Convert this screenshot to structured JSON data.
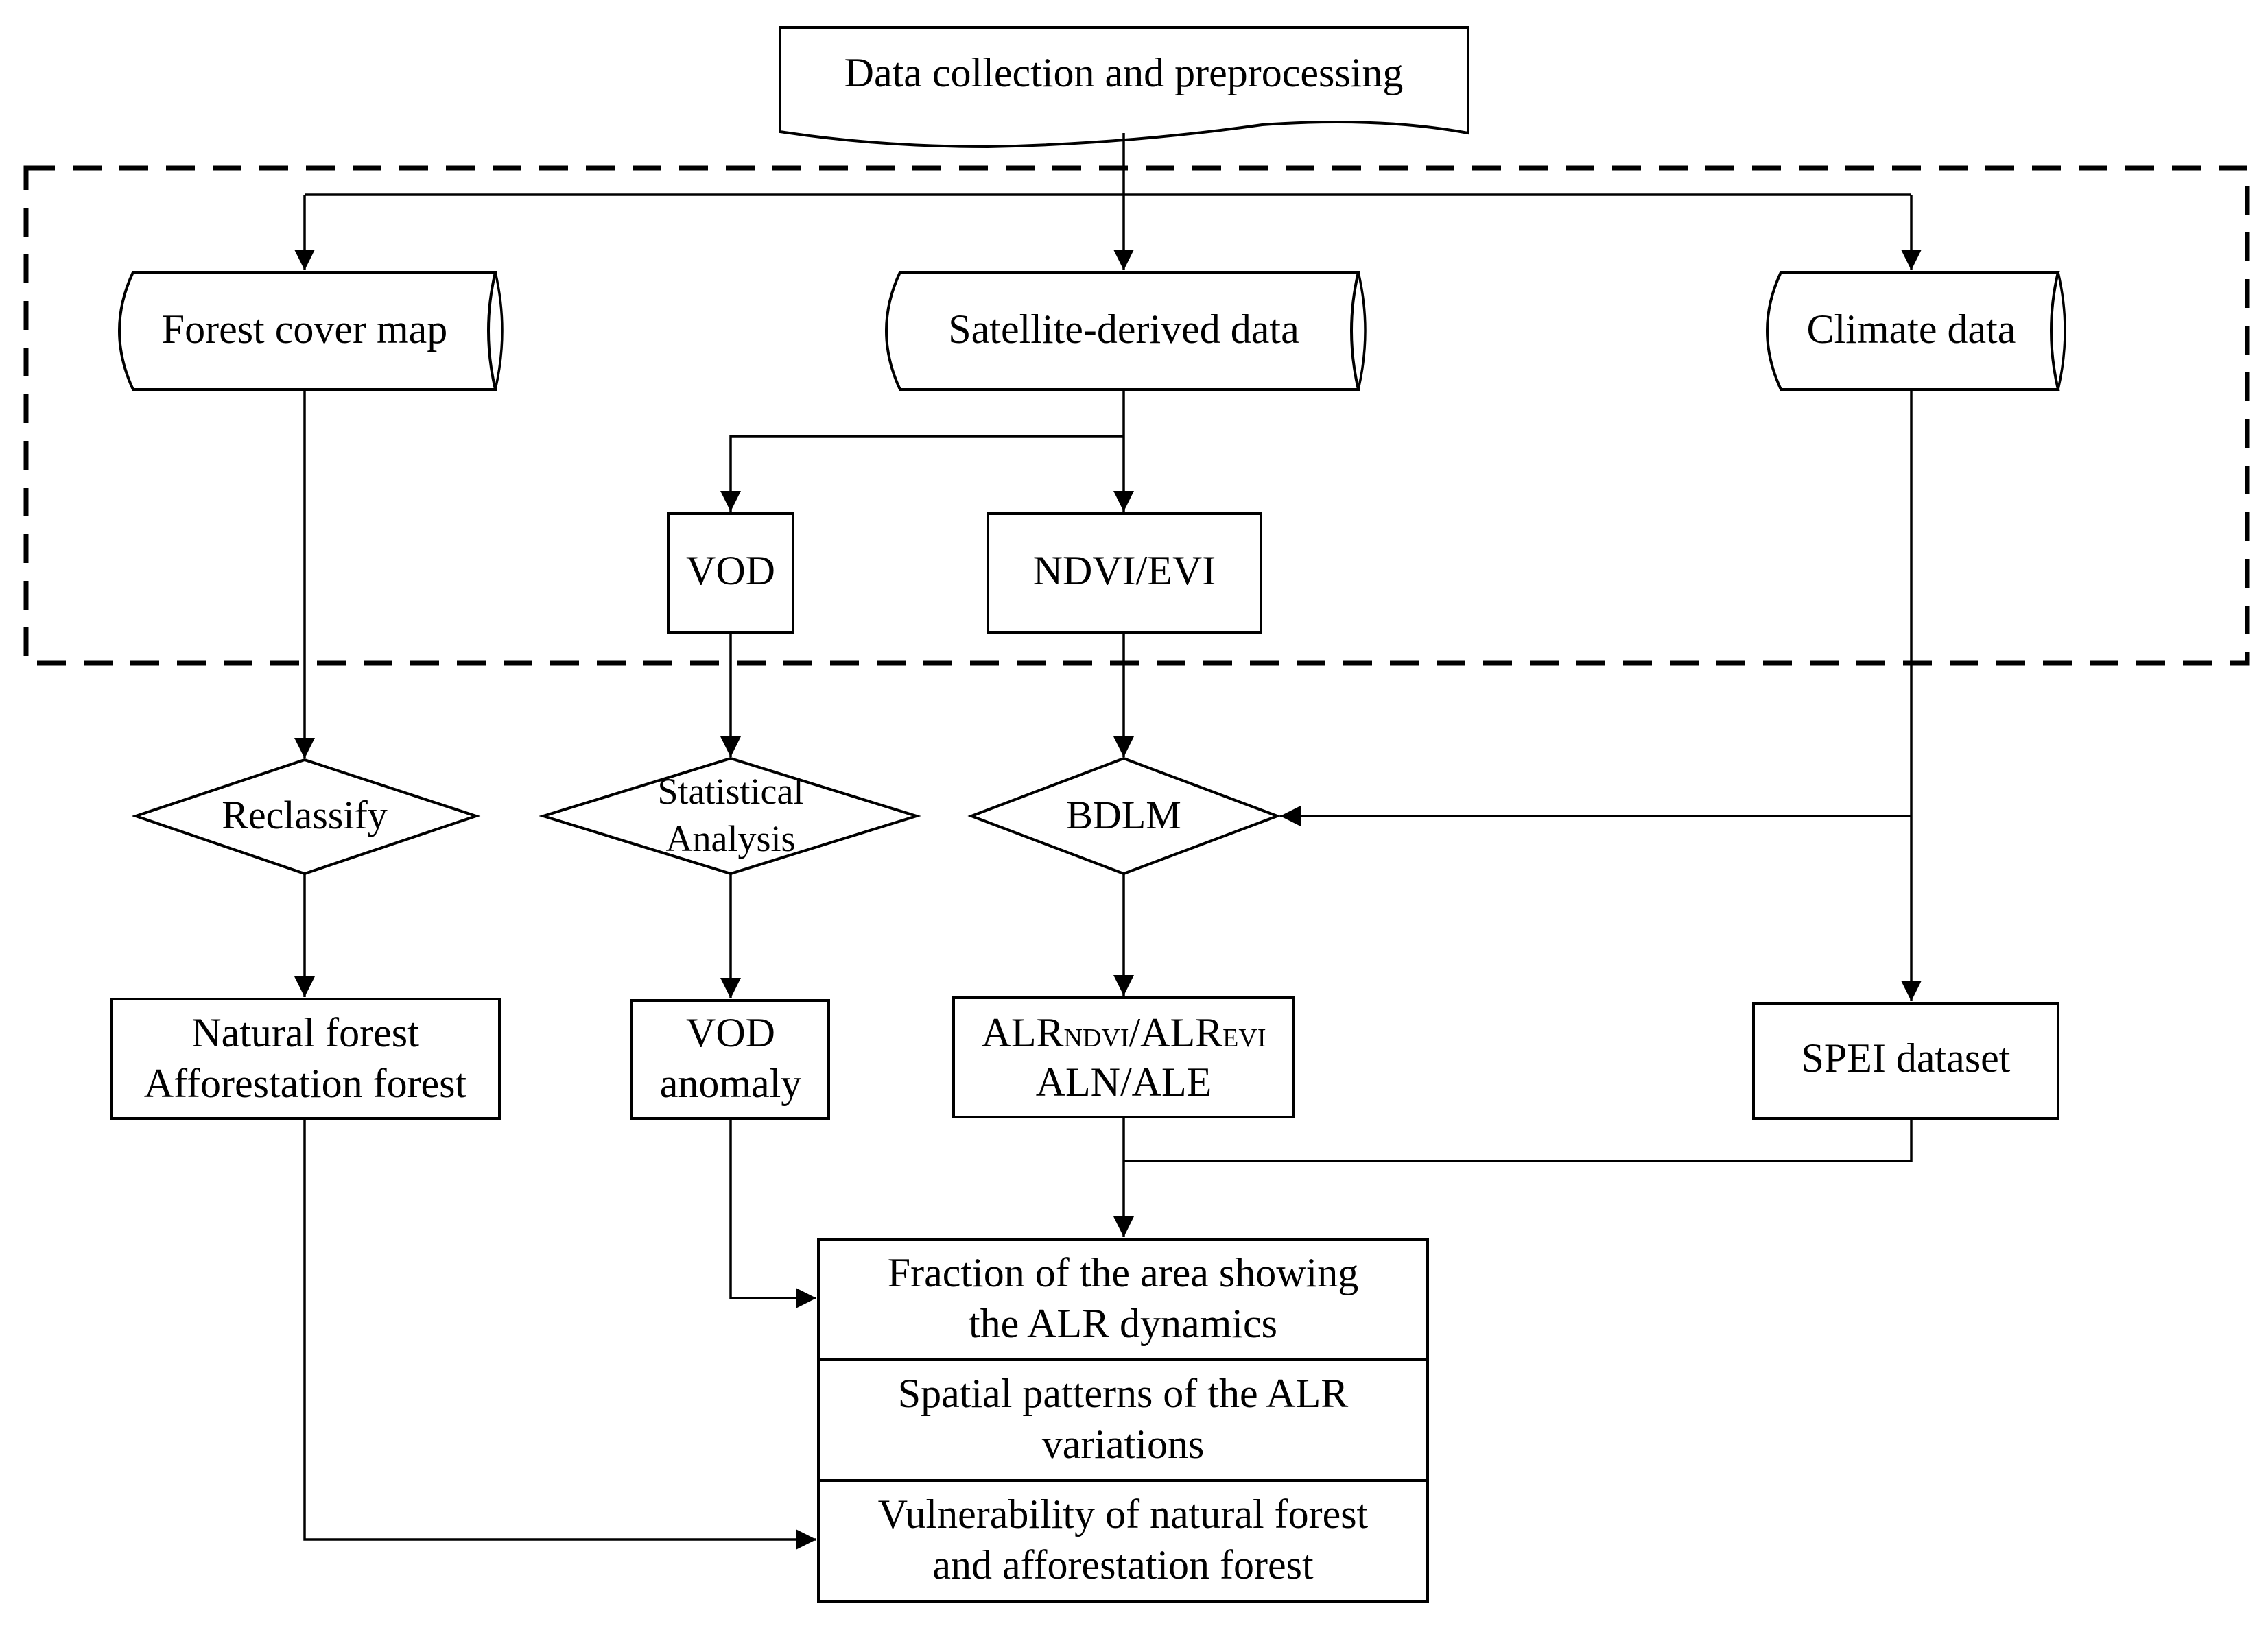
{
  "diagram": {
    "header": "Data collection and preprocessing",
    "sources": {
      "forest_cover": "Forest cover map",
      "satellite": "Satellite-derived data",
      "climate": "Climate data"
    },
    "datasets": {
      "vod": "VOD",
      "ndvi_evi": "NDVI/EVI"
    },
    "processes": {
      "reclassify": "Reclassify",
      "statistical_line1": "Statistical",
      "statistical_line2": "Analysis",
      "bdlm": "BDLM"
    },
    "outputs": {
      "forest_line1": "Natural forest",
      "forest_line2": "Afforestation forest",
      "vod_line1": "VOD",
      "vod_line2": "anomaly",
      "alr_prefix1": "ALR",
      "alr_sub1": "NDVI",
      "alr_slash": "/",
      "alr_prefix2": "ALR",
      "alr_sub2": "EVI",
      "alr_line2": "ALN/ALE",
      "spei": "SPEI dataset"
    },
    "results": {
      "r1_line1": "Fraction of the area showing",
      "r1_line2": "the ALR dynamics",
      "r2_line1": "Spatial patterns of the ALR",
      "r2_line2": "variations",
      "r3_line1": "Vulnerability of natural forest",
      "r3_line2": "and afforestation forest"
    }
  }
}
